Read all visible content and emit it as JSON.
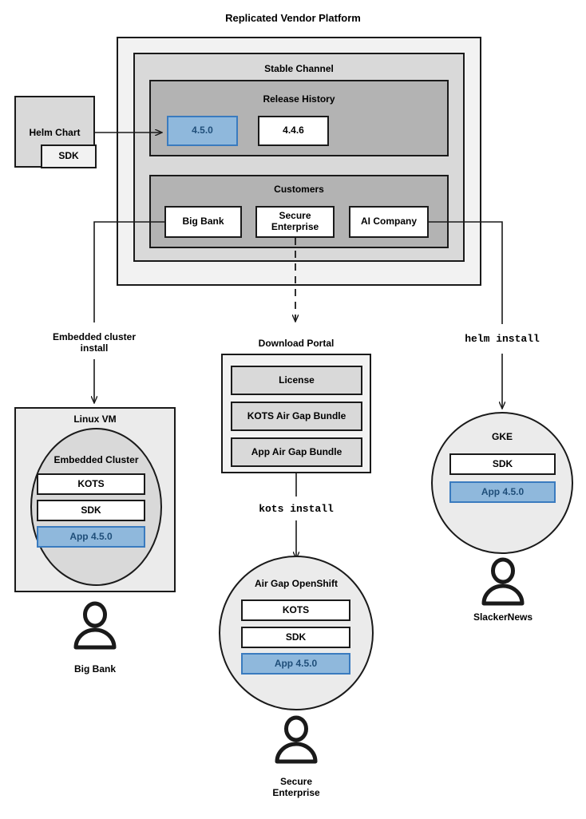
{
  "diagram": {
    "title": "Replicated Vendor Platform",
    "colors": {
      "accent_blue_fill": "#8FB8DC",
      "accent_blue_border": "#3A7BBF",
      "accent_blue_text": "#1F4E79",
      "outer_gray": "#F2F2F2",
      "channel_gray": "#D9D9D9",
      "section_gray": "#B3B3B3",
      "white": "#FFFFFF",
      "stroke": "#1A1A1A"
    },
    "source": {
      "helm_chart_label": "Helm Chart",
      "sdk_label": "SDK"
    },
    "platform": {
      "channel_label": "Stable Channel",
      "release_history": {
        "label": "Release History",
        "releases": [
          {
            "version": "4.5.0",
            "highlighted": true
          },
          {
            "version": "4.4.6",
            "highlighted": false
          }
        ]
      },
      "customers": {
        "label": "Customers",
        "items": [
          {
            "name": "Big Bank"
          },
          {
            "name": "Secure\nEnterprise"
          },
          {
            "name": "AI Company"
          }
        ]
      }
    },
    "install_paths": [
      {
        "label": "Embedded cluster\ninstall",
        "style": "text"
      },
      {
        "label": "kots install",
        "style": "mono"
      },
      {
        "label": "helm install",
        "style": "mono"
      }
    ],
    "download_portal": {
      "label": "Download Portal",
      "artifacts": [
        "License",
        "KOTS Air Gap Bundle",
        "App Air Gap Bundle"
      ]
    },
    "targets": [
      {
        "name": "linux-vm",
        "outer_label": "Linux VM",
        "inner_label": "Embedded Cluster",
        "components": [
          {
            "label": "KOTS",
            "highlighted": false
          },
          {
            "label": "SDK",
            "highlighted": false
          },
          {
            "label": "App 4.5.0",
            "highlighted": true
          }
        ],
        "persona": "Big Bank"
      },
      {
        "name": "air-gap-openshift",
        "outer_label": "Air Gap OpenShift",
        "inner_label": "",
        "components": [
          {
            "label": "KOTS",
            "highlighted": false
          },
          {
            "label": "SDK",
            "highlighted": false
          },
          {
            "label": "App 4.5.0",
            "highlighted": true
          }
        ],
        "persona": "Secure\nEnterprise"
      },
      {
        "name": "gke",
        "outer_label": "GKE",
        "inner_label": "",
        "components": [
          {
            "label": "SDK",
            "highlighted": false
          },
          {
            "label": "App 4.5.0",
            "highlighted": true
          }
        ],
        "persona": "SlackerNews"
      }
    ]
  }
}
